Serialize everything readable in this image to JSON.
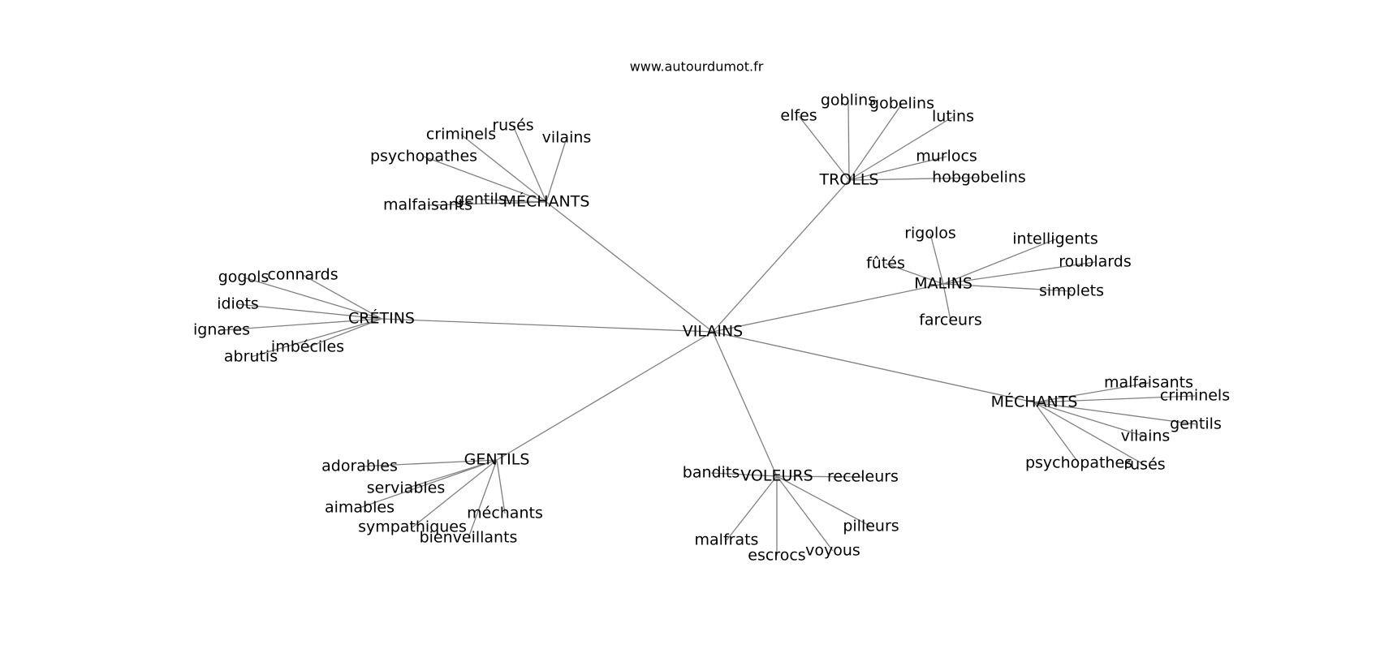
{
  "watermark": "www.autourdumot.fr",
  "center": "VILAINS",
  "groups": [
    {
      "label": "MÉCHANTS",
      "words": [
        "criminels",
        "rusés",
        "vilains",
        "psychopathes",
        "gentils",
        "malfaisants"
      ]
    },
    {
      "label": "TROLLS",
      "words": [
        "elfes",
        "goblins",
        "gobelins",
        "lutins",
        "murlocs",
        "hobgobelins"
      ]
    },
    {
      "label": "MALINS",
      "words": [
        "rigolos",
        "intelligents",
        "fûtés",
        "roublards",
        "simplets",
        "farceurs"
      ]
    },
    {
      "label": "CRÉTINS",
      "words": [
        "gogols",
        "connards",
        "idiots",
        "ignares",
        "imbéciles",
        "abrutis"
      ]
    },
    {
      "label": "MÉCHANTS",
      "words": [
        "malfaisants",
        "criminels",
        "gentils",
        "vilains",
        "psychopathes",
        "rusés"
      ]
    },
    {
      "label": "GENTILS",
      "words": [
        "adorables",
        "serviables",
        "aimables",
        "méchants",
        "sympathiques",
        "bienveillants"
      ]
    },
    {
      "label": "VOLEURS",
      "words": [
        "bandits",
        "receleurs",
        "malfrats",
        "pilleurs",
        "escrocs",
        "voyous"
      ]
    }
  ]
}
